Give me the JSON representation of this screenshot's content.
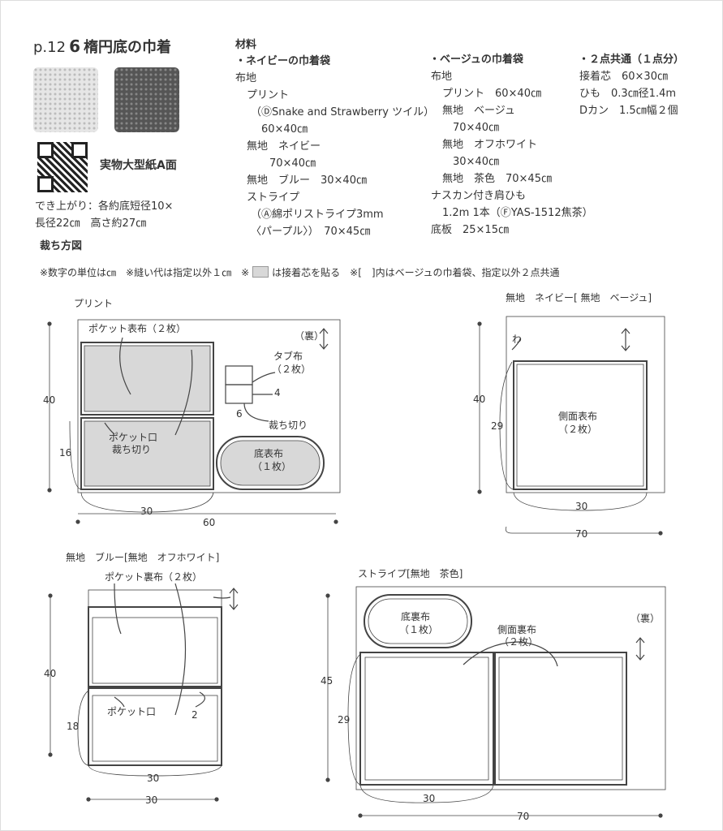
{
  "header": {
    "page": "p.12",
    "number": "6",
    "title": "楕円底の巾着"
  },
  "pattern_label": "実物大型紙A面",
  "finished": [
    "でき上がり：各約底短径10×",
    "長径22㎝　高さ約27㎝"
  ],
  "materials": {
    "heading": "材料",
    "navy": {
      "title": "・ネイビーの巾着袋",
      "lines": [
        "布地",
        "プリント",
        "（ⒹSnake and Strawberry ツイル）",
        "60×40㎝",
        "無地　ネイビー",
        "70×40㎝",
        "無地　ブルー　30×40㎝",
        "ストライプ",
        "（Ⓐ綿ポリストライプ3mm",
        "〈パープル〉）　70×45㎝"
      ]
    },
    "beige": {
      "title": "・ベージュの巾着袋",
      "lines": [
        "布地",
        "プリント　60×40㎝",
        "無地　ベージュ",
        "70×40㎝",
        "無地　オフホワイト",
        "30×40㎝",
        "無地　茶色　70×45㎝",
        "ナスカン付き肩ひも",
        "1.2m 1本（ⒻYAS-1512焦茶）",
        "底板　25×15㎝"
      ]
    },
    "common": {
      "title": "・２点共通（１点分）",
      "lines": [
        "接着芯　60×30㎝",
        "ひも　0.3㎝径1.4m",
        "Dカン　1.5㎝幅２個"
      ]
    }
  },
  "cutting": {
    "heading": "裁ち方図",
    "notes": [
      "※数字の単位は㎝　※縫い代は指定以外１㎝　※",
      "は接着芯を貼る　※[　]内はベージュの巾着袋、指定以外２点共通"
    ]
  },
  "print": {
    "title": "プリント",
    "pocket_front": "ポケット表布（２枚）",
    "ura": "（裏）",
    "tab1": "タブ布",
    "tab2": "（２枚）",
    "d4": "4",
    "d6": "6",
    "cut": "裁ち切り",
    "pocket_mouth": "ポケット口",
    "cut2": "裁ち切り",
    "bottom1": "底表布",
    "bottom2": "（１枚）",
    "h40": "40",
    "h16": "16",
    "w30": "30",
    "w60": "60"
  },
  "navy": {
    "title": "無地　ネイビー[ 無地　ベージュ]",
    "wa": "わ",
    "side1": "側面表布",
    "side2": "（２枚）",
    "h40": "40",
    "h29": "29",
    "w30": "30",
    "w70": "70"
  },
  "blue": {
    "title": "無地　ブルー[無地　オフホワイト]",
    "pocket_back": "ポケット裏布（２枚）",
    "pocket_mouth": "ポケット口",
    "d2": "2",
    "h40": "40",
    "h18": "18",
    "w30a": "30",
    "w30b": "30"
  },
  "stripe": {
    "title": "ストライプ[無地　茶色]",
    "bottom1": "底裏布",
    "bottom2": "（１枚）",
    "side1": "側面裏布",
    "side2": "（２枚）",
    "ura": "（裏）",
    "h45": "45",
    "h29": "29",
    "w30": "30",
    "w70": "70"
  },
  "colors": {
    "interfacing": "#d8d8d8",
    "line": "#444444"
  }
}
